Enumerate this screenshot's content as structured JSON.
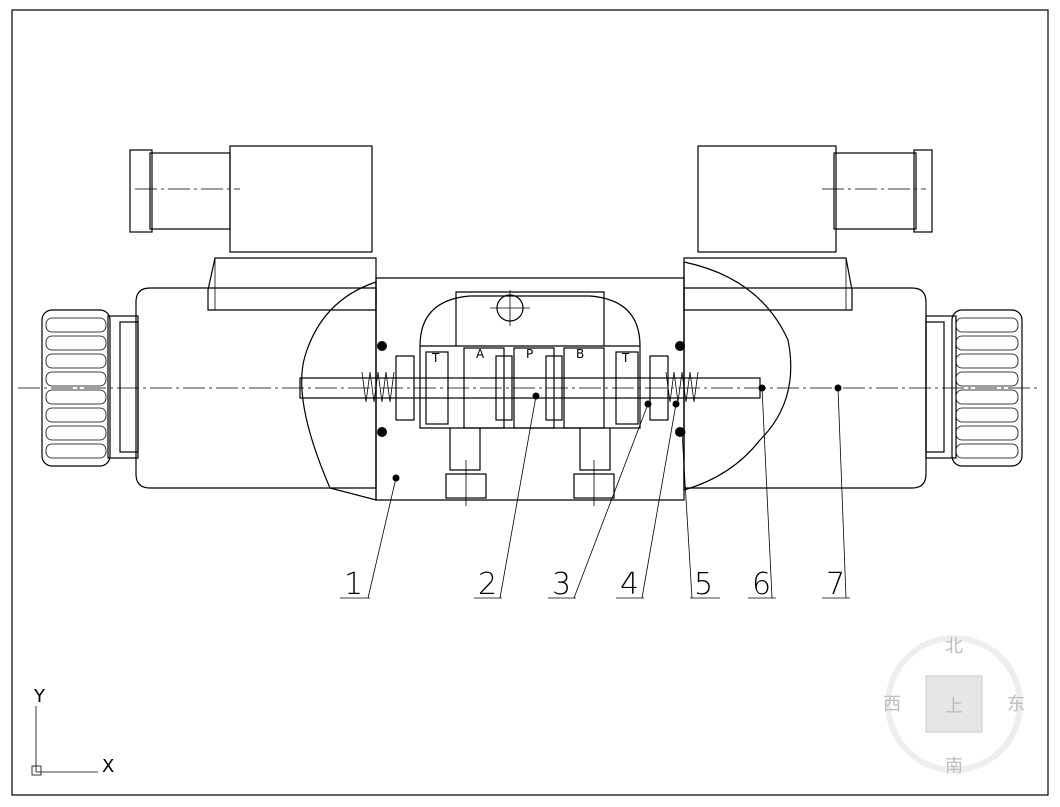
{
  "leaders": [
    {
      "number": "1"
    },
    {
      "number": "2"
    },
    {
      "number": "3"
    },
    {
      "number": "4"
    },
    {
      "number": "5"
    },
    {
      "number": "6"
    },
    {
      "number": "7"
    }
  ],
  "ports": {
    "t_left": "T",
    "a": "A",
    "p": "P",
    "b": "B",
    "t_right": "T"
  },
  "ucs": {
    "y_label": "Y",
    "x_label": "X"
  },
  "viewcube": {
    "north": "北",
    "south": "南",
    "west": "西",
    "east": "东",
    "face": "上"
  }
}
